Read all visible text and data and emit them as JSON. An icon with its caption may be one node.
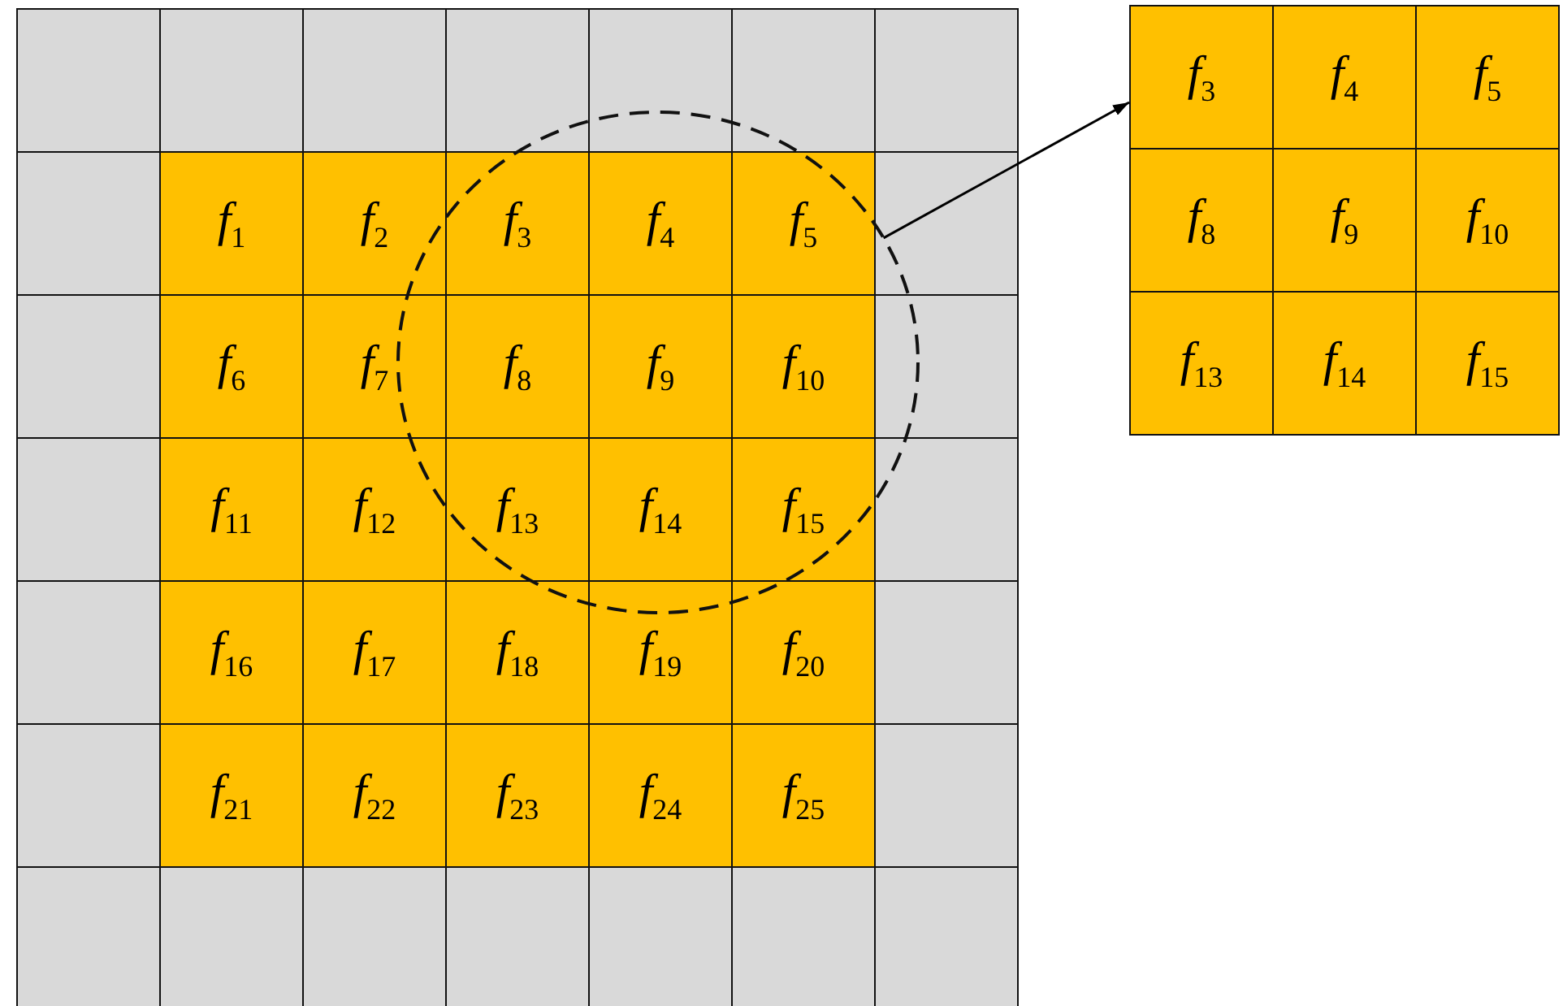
{
  "diagram": {
    "nodes": [
      {
        "text": [],
        "shape": "circle"
      },
      {
        "text": [],
        "shape": "box"
      }
    ],
    "edges": [
      {
        "from": 0,
        "to": 1,
        "arrow": "to"
      }
    ],
    "labels": [
      "*f*$_{1}$",
      "*f*$_{2}$",
      "*f*$_{3}$",
      "*f*$_{4}$",
      "*f*$_{5}$",
      "*f*$_{6}$",
      "*f*$_{7}$",
      "*f*$_{8}$",
      "*f*$_{9}$",
      "*f*$_{10}$",
      "*f*$_{11}$",
      "*f*$_{12}$",
      "*f*$_{13}$",
      "*f*$_{14}$",
      "*f*$_{15}$",
      "*f*$_{16}$",
      "*f*$_{17}$",
      "*f*$_{18}$",
      "*f*$_{19}$",
      "*f*$_{20}$",
      "*f*$_{21}$",
      "*f*$_{22}$",
      "*f*$_{23}$",
      "*f*$_{24}$",
      "*f*$_{25}$",
      "*f*$_{3}$",
      "*f*$_{4}$",
      "*f*$_{5}$",
      "*f*$_{8}$",
      "*f*$_{9}$",
      "*f*$_{10}$",
      "*f*$_{13}$",
      "*f*$_{14}$",
      "*f*$_{15}$"
    ]
  }
}
